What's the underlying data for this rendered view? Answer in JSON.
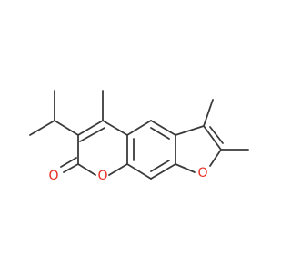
{
  "molecule": {
    "atoms": {
      "carbonyl_oxygen": "O",
      "ring_oxygen": "O",
      "furan_oxygen": "O"
    },
    "colors": {
      "bond": "#3a3a3a",
      "oxygen": "#e8291c",
      "background": "#ffffff"
    }
  }
}
